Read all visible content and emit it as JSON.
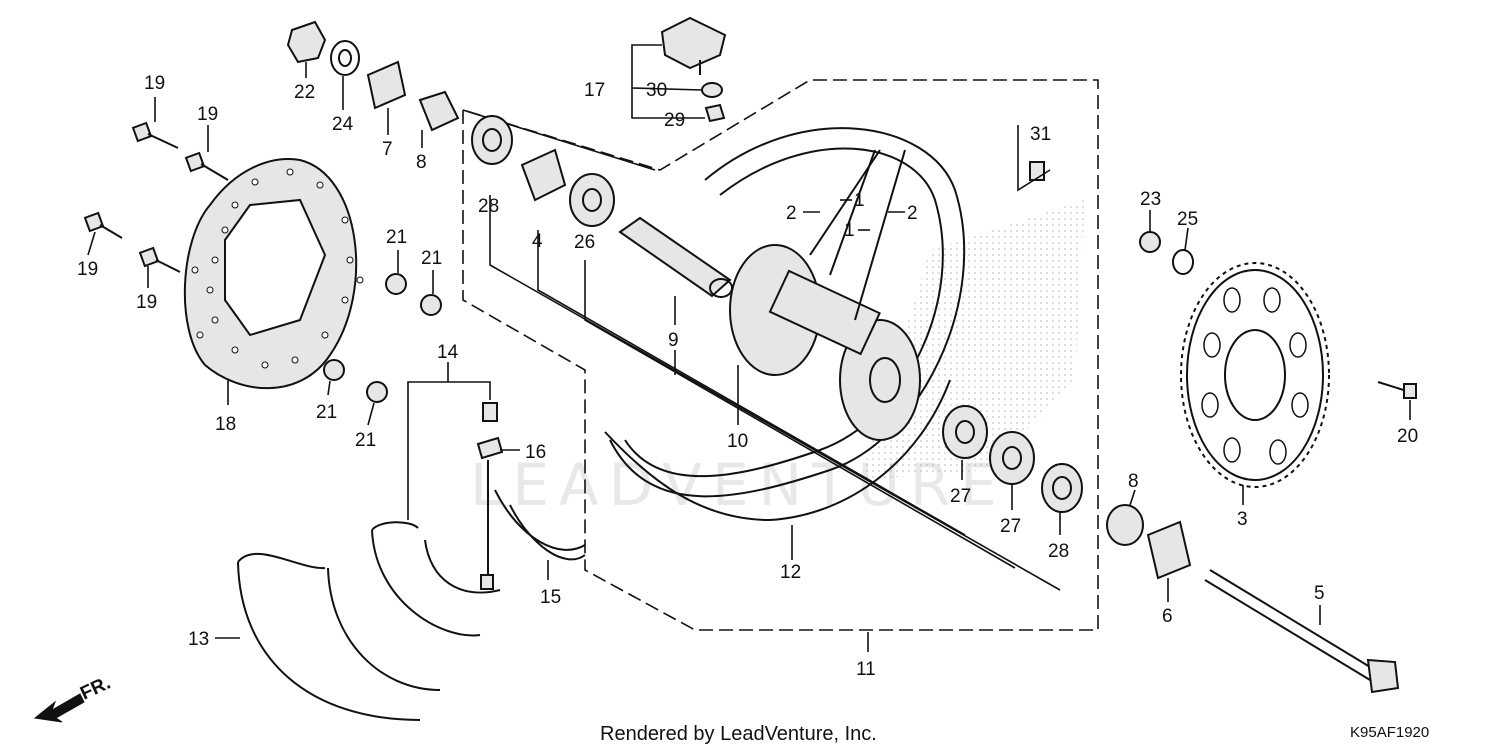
{
  "diagram": {
    "labels": [
      {
        "id": "p19a",
        "text": "19"
      },
      {
        "id": "p19b",
        "text": "19"
      },
      {
        "id": "p19c",
        "text": "19"
      },
      {
        "id": "p19d",
        "text": "19"
      },
      {
        "id": "p22",
        "text": "22"
      },
      {
        "id": "p24",
        "text": "24"
      },
      {
        "id": "p7",
        "text": "7"
      },
      {
        "id": "p8a",
        "text": "8"
      },
      {
        "id": "p17",
        "text": "17"
      },
      {
        "id": "p30",
        "text": "30"
      },
      {
        "id": "p29",
        "text": "29"
      },
      {
        "id": "p31",
        "text": "31"
      },
      {
        "id": "p28a",
        "text": "28"
      },
      {
        "id": "p4",
        "text": "4"
      },
      {
        "id": "p26",
        "text": "26"
      },
      {
        "id": "p9",
        "text": "9"
      },
      {
        "id": "p2a",
        "text": "2"
      },
      {
        "id": "p1a",
        "text": "1"
      },
      {
        "id": "p1b",
        "text": "1"
      },
      {
        "id": "p2b",
        "text": "2"
      },
      {
        "id": "p21a",
        "text": "21"
      },
      {
        "id": "p21b",
        "text": "21"
      },
      {
        "id": "p21c",
        "text": "21"
      },
      {
        "id": "p21d",
        "text": "21"
      },
      {
        "id": "p18",
        "text": "18"
      },
      {
        "id": "p14",
        "text": "14"
      },
      {
        "id": "p16",
        "text": "16"
      },
      {
        "id": "p10",
        "text": "10"
      },
      {
        "id": "p15",
        "text": "15"
      },
      {
        "id": "p13",
        "text": "13"
      },
      {
        "id": "p12",
        "text": "12"
      },
      {
        "id": "p11",
        "text": "11"
      },
      {
        "id": "p27a",
        "text": "27"
      },
      {
        "id": "p27b",
        "text": "27"
      },
      {
        "id": "p28b",
        "text": "28"
      },
      {
        "id": "p8b",
        "text": "8"
      },
      {
        "id": "p6",
        "text": "6"
      },
      {
        "id": "p5",
        "text": "5"
      },
      {
        "id": "p3",
        "text": "3"
      },
      {
        "id": "p20",
        "text": "20"
      },
      {
        "id": "p23",
        "text": "23"
      },
      {
        "id": "p25",
        "text": "25"
      }
    ],
    "direction_label": "FR.",
    "watermark": "LEADVENTURE",
    "credit": "Rendered by LeadVenture, Inc.",
    "diagram_code": "K95AF1920"
  }
}
